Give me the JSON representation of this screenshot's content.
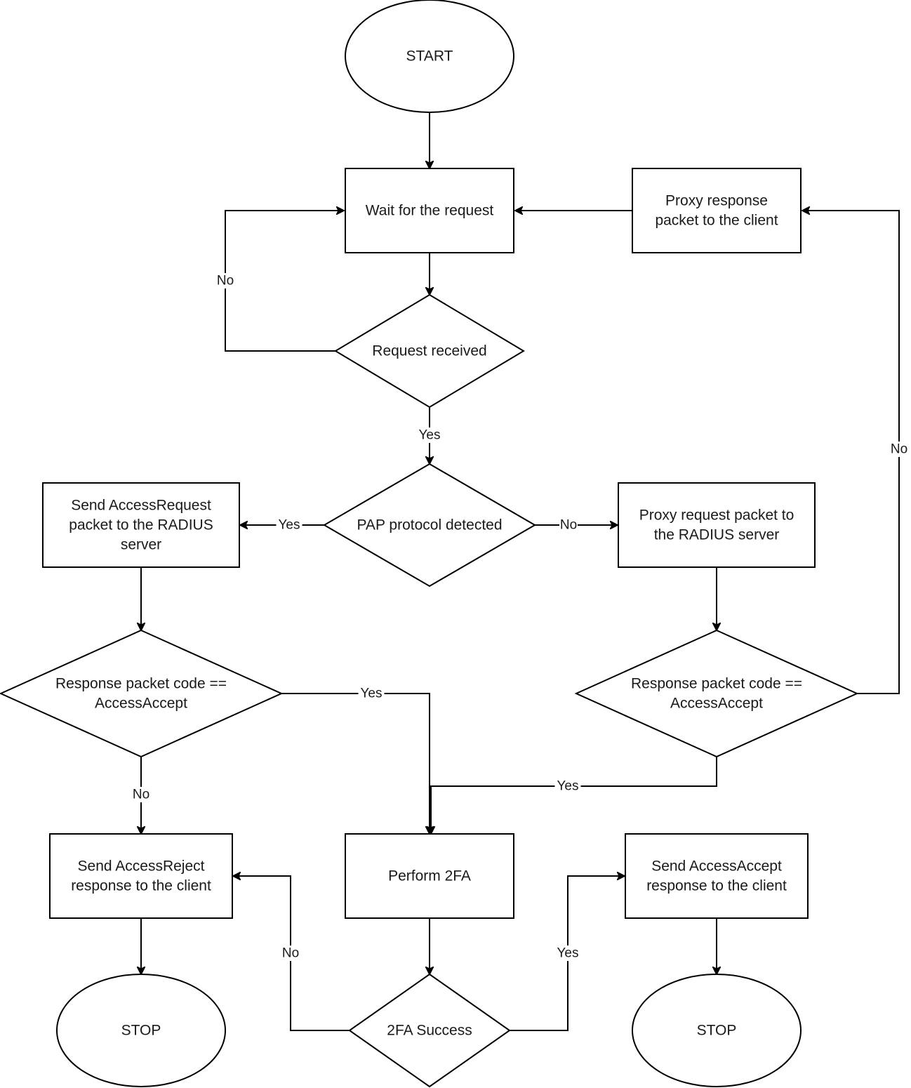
{
  "nodes": {
    "start": {
      "type": "terminator",
      "lines": [
        "START"
      ]
    },
    "wait_request": {
      "type": "process",
      "lines": [
        "Wait for the request"
      ]
    },
    "proxy_response": {
      "type": "process",
      "lines": [
        "Proxy response",
        "packet to the client"
      ]
    },
    "request_received": {
      "type": "decision",
      "lines": [
        "Request received"
      ]
    },
    "pap_detected": {
      "type": "decision",
      "lines": [
        "PAP protocol detected"
      ]
    },
    "send_access_request": {
      "type": "process",
      "lines": [
        "Send AccessRequest",
        "packet to the RADIUS",
        "server"
      ]
    },
    "proxy_request": {
      "type": "process",
      "lines": [
        "Proxy request packet to",
        "the RADIUS server"
      ]
    },
    "response_code_left": {
      "type": "decision",
      "lines": [
        "Response packet code ==",
        "AccessAccept"
      ]
    },
    "response_code_right": {
      "type": "decision",
      "lines": [
        "Response packet code ==",
        "AccessAccept"
      ]
    },
    "send_access_reject": {
      "type": "process",
      "lines": [
        "Send AccessReject",
        "response to the client"
      ]
    },
    "perform_2fa": {
      "type": "process",
      "lines": [
        "Perform 2FA"
      ]
    },
    "send_access_accept": {
      "type": "process",
      "lines": [
        "Send AccessAccept",
        "response to the client"
      ]
    },
    "success_2fa": {
      "type": "decision",
      "lines": [
        "2FA Success"
      ]
    },
    "stop_left": {
      "type": "terminator",
      "lines": [
        "STOP"
      ]
    },
    "stop_right": {
      "type": "terminator",
      "lines": [
        "STOP"
      ]
    }
  },
  "edges": [
    {
      "from": "start",
      "to": "wait_request",
      "label": ""
    },
    {
      "from": "wait_request",
      "to": "request_received",
      "label": ""
    },
    {
      "from": "request_received",
      "to": "wait_request",
      "label": "No"
    },
    {
      "from": "proxy_response",
      "to": "wait_request",
      "label": ""
    },
    {
      "from": "request_received",
      "to": "pap_detected",
      "label": "Yes"
    },
    {
      "from": "pap_detected",
      "to": "send_access_request",
      "label": "Yes"
    },
    {
      "from": "pap_detected",
      "to": "proxy_request",
      "label": "No"
    },
    {
      "from": "send_access_request",
      "to": "response_code_left",
      "label": ""
    },
    {
      "from": "proxy_request",
      "to": "response_code_right",
      "label": ""
    },
    {
      "from": "response_code_right",
      "to": "proxy_response",
      "label": "No"
    },
    {
      "from": "response_code_left",
      "to": "perform_2fa",
      "label": "Yes"
    },
    {
      "from": "response_code_right",
      "to": "perform_2fa",
      "label": "Yes"
    },
    {
      "from": "response_code_left",
      "to": "send_access_reject",
      "label": "No"
    },
    {
      "from": "perform_2fa",
      "to": "success_2fa",
      "label": ""
    },
    {
      "from": "success_2fa",
      "to": "send_access_reject",
      "label": "No"
    },
    {
      "from": "success_2fa",
      "to": "send_access_accept",
      "label": "Yes"
    },
    {
      "from": "send_access_reject",
      "to": "stop_left",
      "label": ""
    },
    {
      "from": "send_access_accept",
      "to": "stop_right",
      "label": ""
    }
  ]
}
